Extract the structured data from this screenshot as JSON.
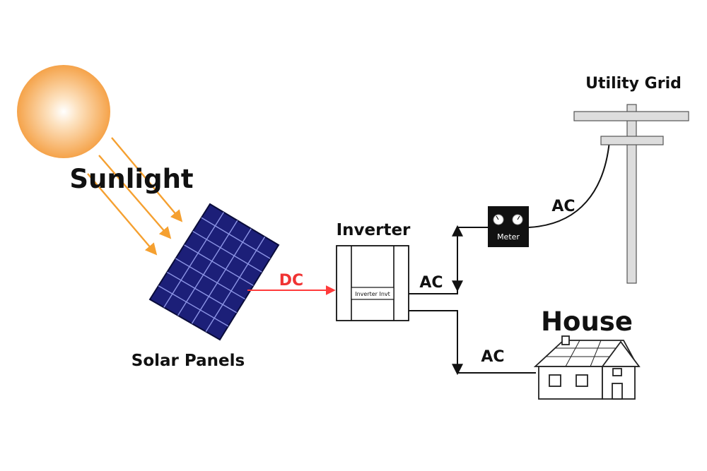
{
  "labels": {
    "sunlight": "Sunlight",
    "solar_panels": "Solar Panels",
    "dc": "DC",
    "inverter": "Inverter",
    "inverter_box": "Inverter Invt",
    "ac_inverter": "AC",
    "ac_grid": "AC",
    "ac_house": "AC",
    "meter": "Meter",
    "utility_grid": "Utility Grid",
    "house": "House"
  },
  "colors": {
    "sun": "#f5a34a",
    "sun_core": "#fde3c2",
    "sun_rays": "#f5a030",
    "panel": "#1c1f78",
    "panel_grid": "#8d95e6",
    "dc_line": "#ff3b3b",
    "dc_text": "#f03333",
    "line": "#222222",
    "meter_body": "#111111",
    "pole": "#dddddd"
  }
}
